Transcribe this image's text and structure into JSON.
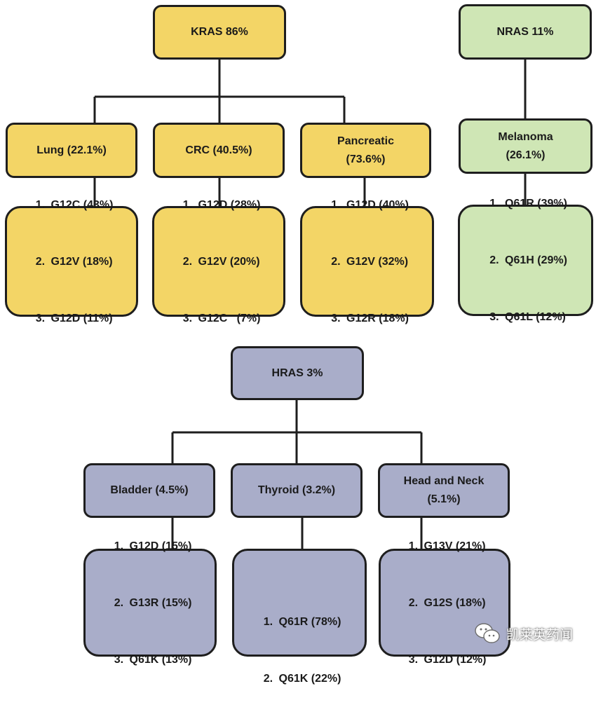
{
  "kras": {
    "root": "KRAS 86%",
    "cancers": [
      {
        "label": "Lung (22.1%)",
        "mutations": [
          "G12C (43%)",
          "G12V (18%)",
          "G12D (11%)"
        ]
      },
      {
        "label": "CRC (40.5%)",
        "mutations": [
          "G12D (28%)",
          "G12V (20%)",
          "G12C   (7%)"
        ]
      },
      {
        "label": "Pancreatic\n(73.6%)",
        "mutations": [
          "G12D (40%)",
          "G12V (32%)",
          "G12R (18%)"
        ]
      }
    ]
  },
  "nras": {
    "root": "NRAS 11%",
    "cancers": [
      {
        "label": "Melanoma\n(26.1%)",
        "mutations": [
          "Q61R (39%)",
          "Q61H (29%)",
          "Q61L (12%)"
        ]
      }
    ]
  },
  "hras": {
    "root": "HRAS 3%",
    "cancers": [
      {
        "label": "Bladder (4.5%)",
        "mutations": [
          "G12D (15%)",
          "G13R (15%)",
          "Q61K (13%)"
        ]
      },
      {
        "label": "Thyroid (3.2%)",
        "mutations": [
          "Q61R (78%)",
          "Q61K (22%)"
        ]
      },
      {
        "label": "Head and Neck\n(5.1%)",
        "mutations": [
          "G13V (21%)",
          "G12S (18%)",
          "G12D (12%)"
        ]
      }
    ]
  },
  "colors": {
    "kras": "#f3d566",
    "nras": "#cfe6b5",
    "hras": "#a9adc9",
    "border": "#1e1e1e"
  },
  "watermark": {
    "text": "凯莱英药闻",
    "icon": "wechat-icon"
  }
}
